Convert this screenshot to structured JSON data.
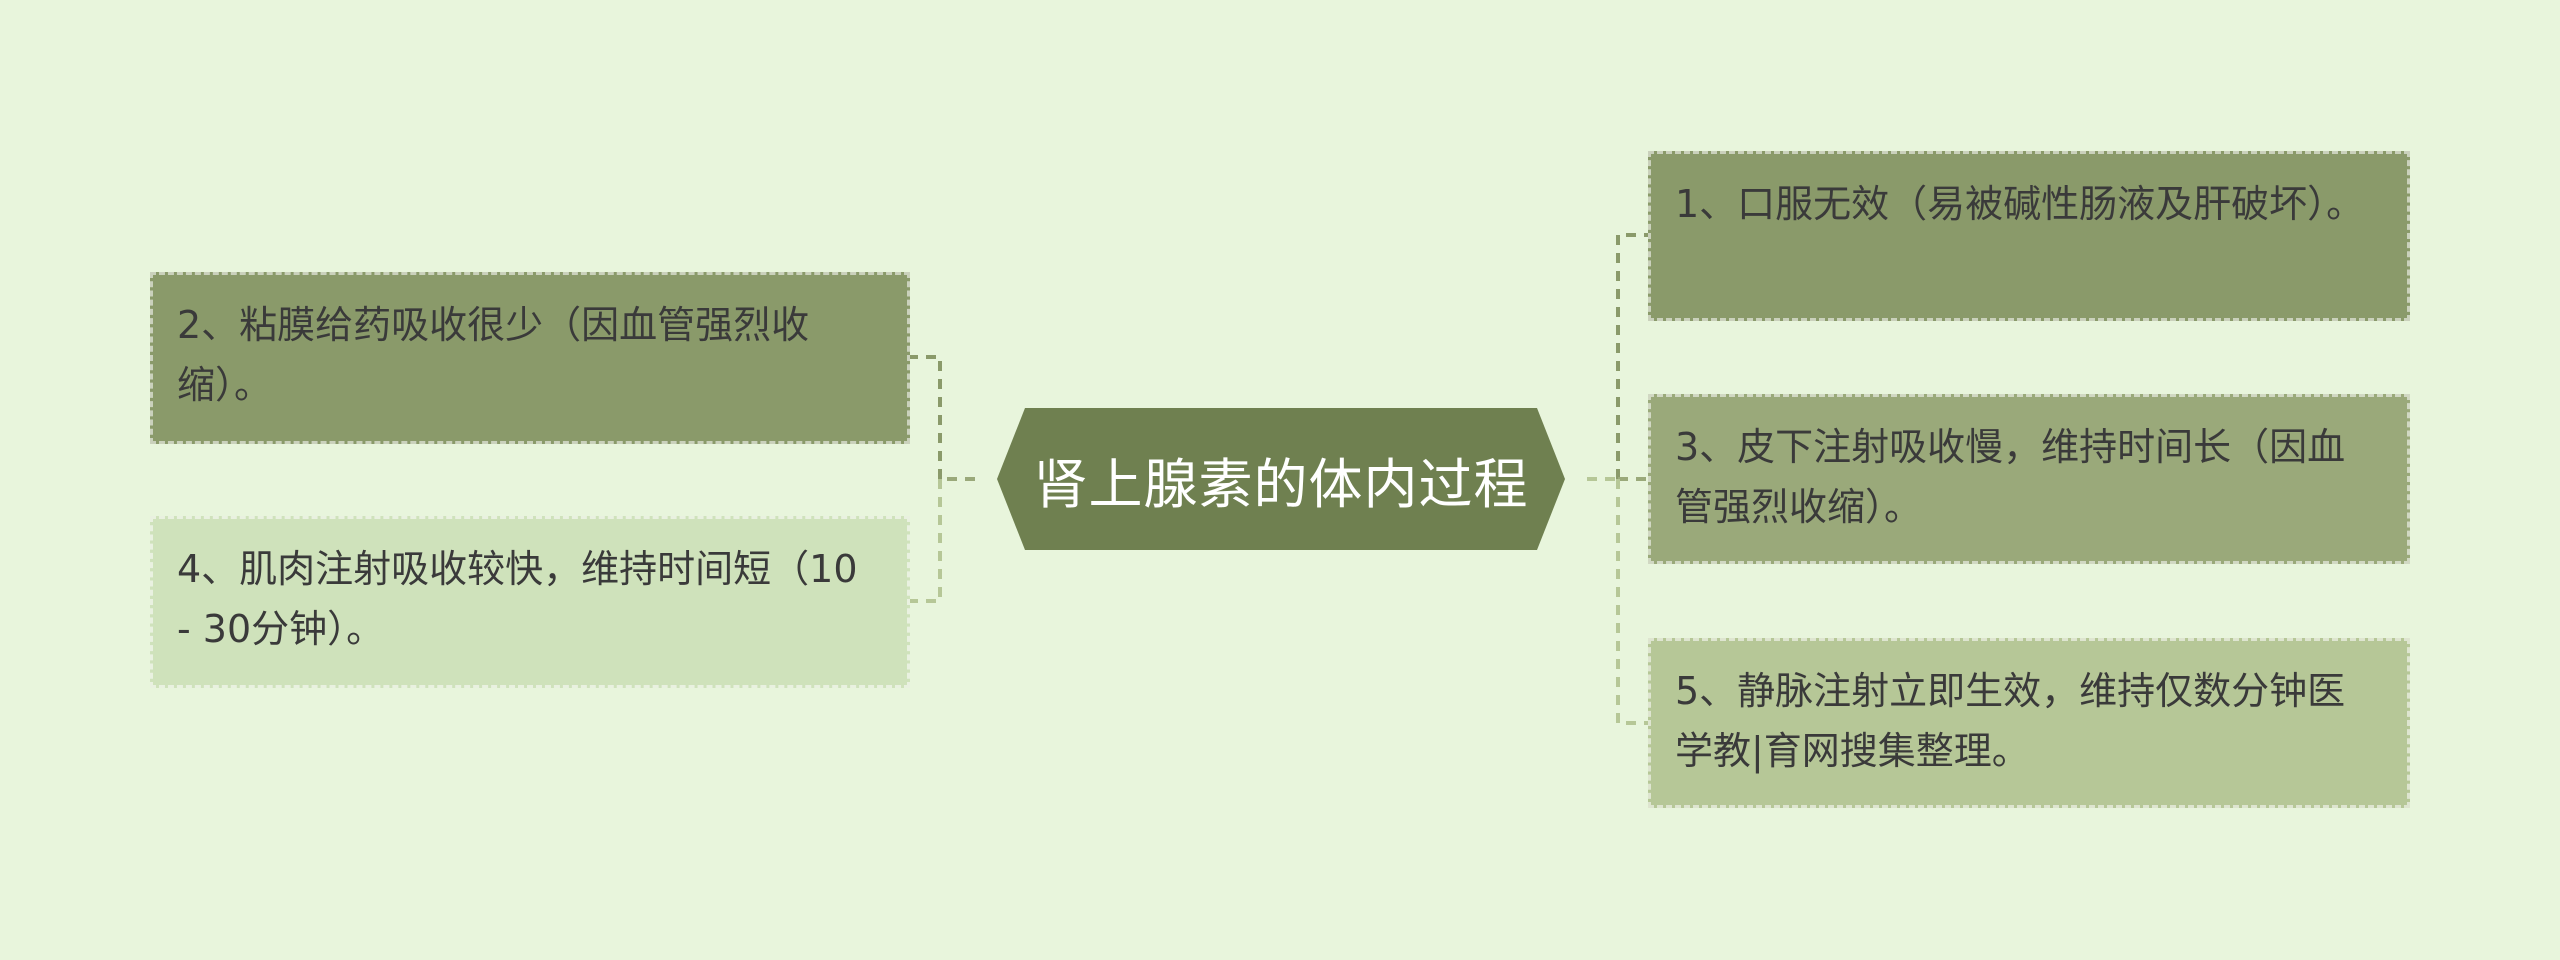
{
  "root": {
    "title": "肾上腺素的体内过程"
  },
  "left_nodes": [
    {
      "text": "2、粘膜给药吸收很少（因血管强烈收缩）。"
    },
    {
      "text": "4、肌肉注射吸收较快，维持时间短（10 - 30分钟）。"
    }
  ],
  "right_nodes": [
    {
      "text": "1、口服无效（易被碱性肠液及肝破坏）。"
    },
    {
      "text": "3、皮下注射吸收慢，维持时间长（因血管强烈收缩）。"
    },
    {
      "text": "5、静脉注射立即生效，维持仅数分钟医学教|育网搜集整理。"
    }
  ],
  "colors": {
    "background": "#e8f5dc",
    "root_fill": "#6f8050",
    "node_dark": "#8a9a6a",
    "node_mid": "#9aa97a",
    "node_light": "#b6c797",
    "node_lighter": "#cfe2bb",
    "connector_dark": "#8a9a6a",
    "connector_light": "#b6c797"
  }
}
